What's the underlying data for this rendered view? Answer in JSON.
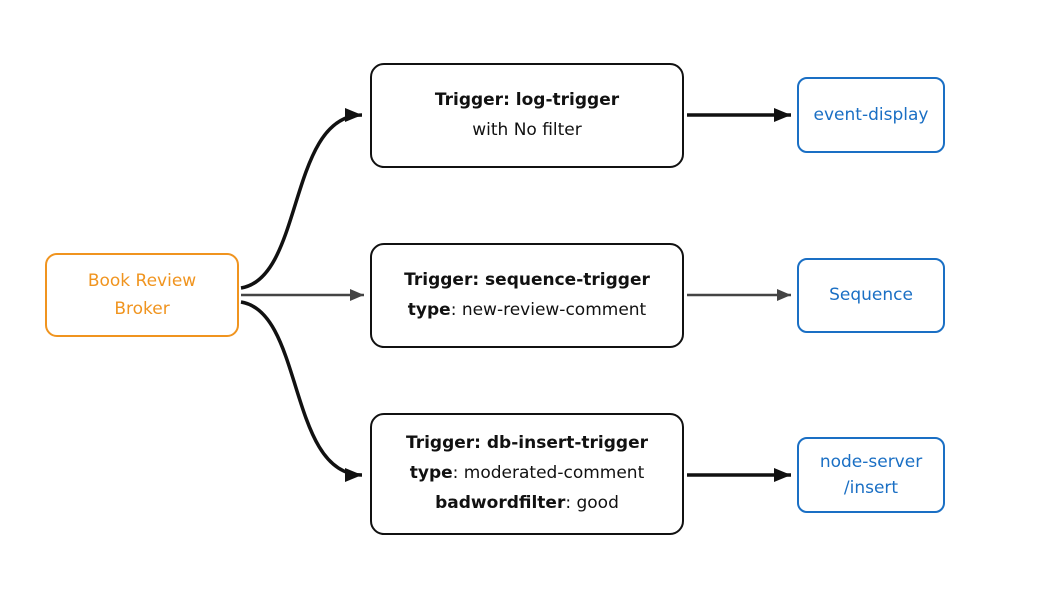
{
  "colors": {
    "broker": "#F0941F",
    "trigger_border": "#111111",
    "sink": "#1A6FC4",
    "arrow_primary": "#111111",
    "arrow_secondary": "#444444"
  },
  "nodes": {
    "broker": {
      "line1": "Book Review",
      "line2": "Broker"
    },
    "triggers": [
      {
        "title": "Trigger: log-trigger",
        "line2_rest": "with No filter"
      },
      {
        "title": "Trigger: sequence-trigger",
        "line2_bold": "type",
        "line2_rest": ": new-review-comment"
      },
      {
        "title": "Trigger: db-insert-trigger",
        "line2_bold": "type",
        "line2_rest": ": moderated-comment",
        "line3_bold": "badwordfilter",
        "line3_rest": ": good"
      }
    ],
    "sinks": [
      {
        "line1": "event-display"
      },
      {
        "line1": "Sequence"
      },
      {
        "line1": "node-server",
        "line2": "/insert"
      }
    ]
  },
  "edges": [
    {
      "from": "broker",
      "to": "trigger-log"
    },
    {
      "from": "broker",
      "to": "trigger-sequence"
    },
    {
      "from": "broker",
      "to": "trigger-db-insert"
    },
    {
      "from": "trigger-log",
      "to": "event-display"
    },
    {
      "from": "trigger-sequence",
      "to": "sequence"
    },
    {
      "from": "trigger-db-insert",
      "to": "node-server-insert"
    }
  ]
}
